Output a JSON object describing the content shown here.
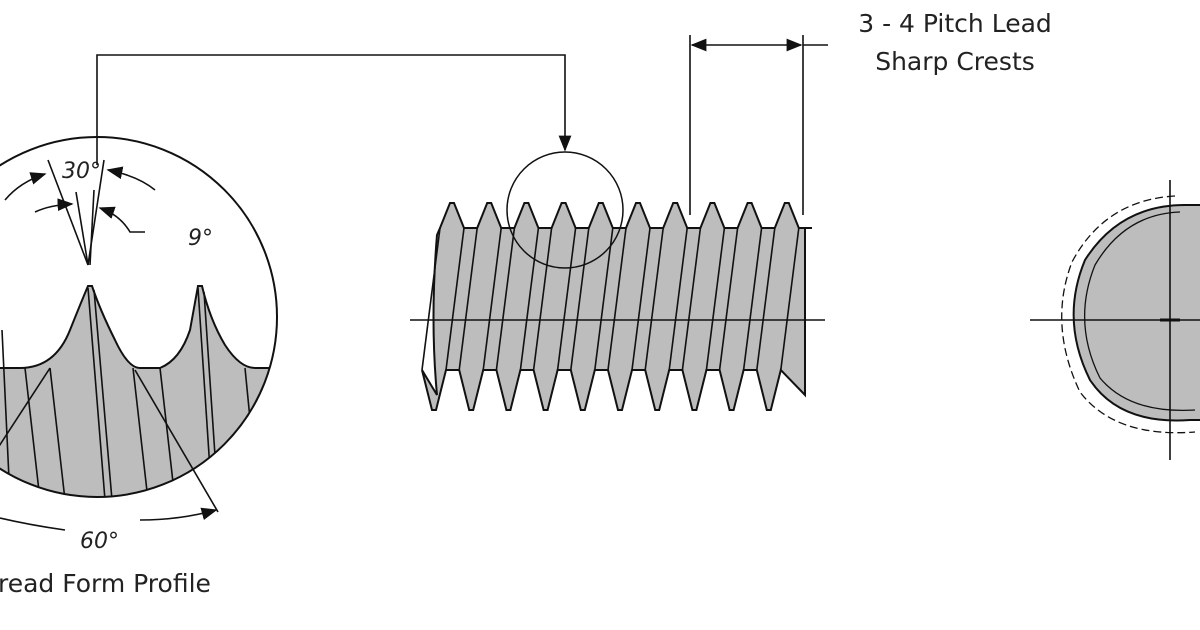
{
  "labels": {
    "pitch_lead": "3 - 4 Pitch Lead",
    "sharp_crests": "Sharp Crests",
    "profile_caption": "read Form Profile",
    "angle_30": "30°",
    "angle_9": "9°",
    "angle_60": "60°"
  },
  "colors": {
    "fill": "#bdbdbd",
    "line": "#111111"
  },
  "thread": {
    "crest_count": 10
  }
}
